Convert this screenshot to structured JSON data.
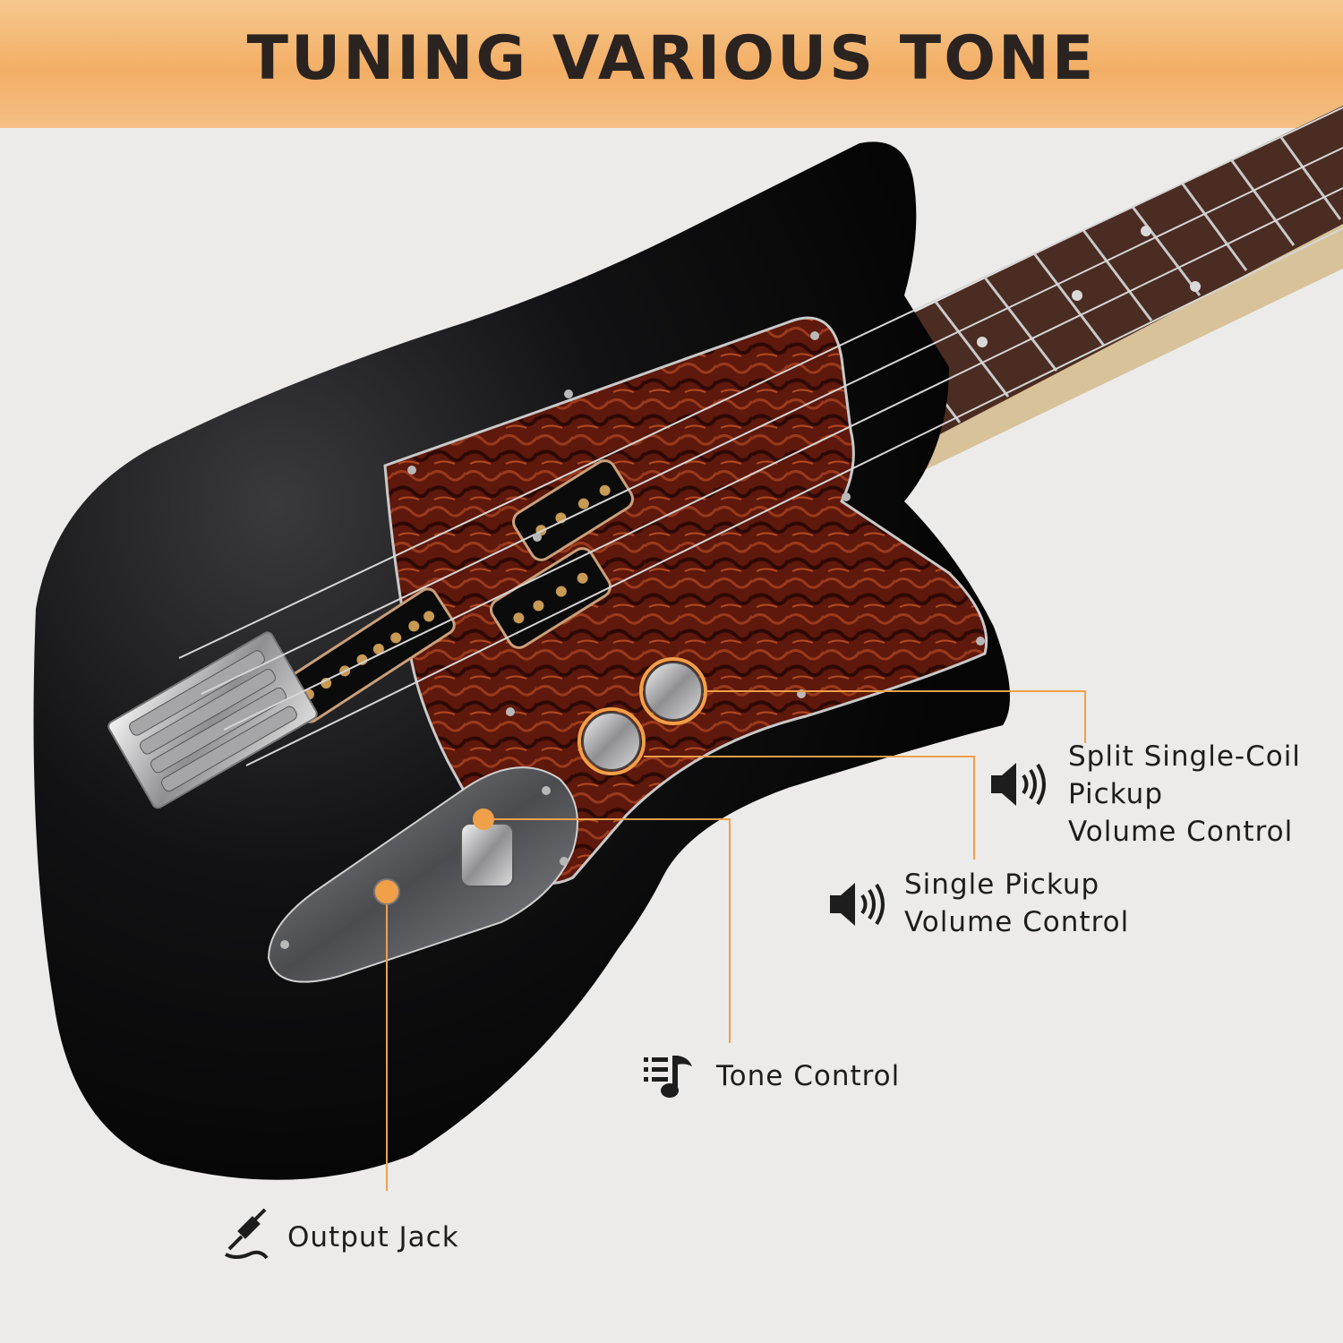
{
  "banner": {
    "title": "TUNING VARIOUS TONE"
  },
  "callouts": {
    "split_coil": {
      "line1": "Split Single-Coil",
      "line2": "Pickup",
      "line3": "Volume Control",
      "icon": "speaker-icon"
    },
    "single_pickup": {
      "line1": "Single Pickup",
      "line2": "Volume Control",
      "icon": "speaker-icon"
    },
    "tone": {
      "label": "Tone Control",
      "icon": "music-note-list-icon"
    },
    "output": {
      "label": "Output Jack",
      "icon": "audio-jack-icon"
    }
  },
  "colors": {
    "accent": "#f0a048",
    "body": "#0b0b0c",
    "pickguard": "#6b1d10",
    "fretboard": "#4a2a20"
  }
}
